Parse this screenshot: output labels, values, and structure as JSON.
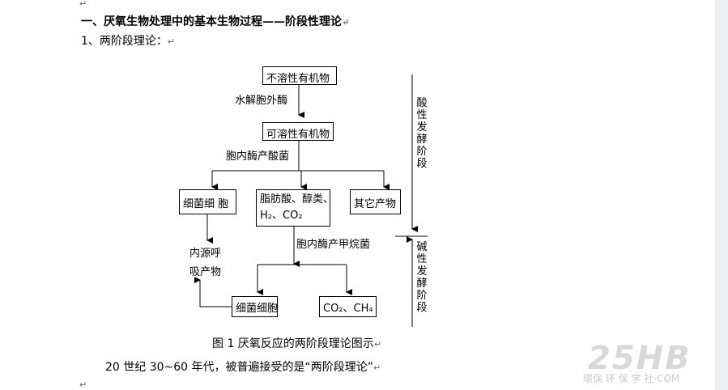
{
  "heading": "一、厌氧生物处理中的基本生物过程——阶段性理论",
  "subheading": "1、两阶段理论：",
  "para_mark": "↵",
  "diagram": {
    "insoluble": "不溶性有机物",
    "hydrolysis_label": "水解胞外酶",
    "soluble": "可溶性有机物",
    "acid_label": "胞内酶产酸菌",
    "cell_box": "细菌细 胞",
    "fatty_line1": "脂肪酸、醇类、",
    "fatty_line2": "H₂、CO₂",
    "other": "其它产物",
    "endo_line1": "内源呼",
    "endo_line2": "吸产物",
    "methane_label": "胞内酶产甲烷菌",
    "cell_box2": "细菌细胞",
    "co2_ch4": "CO₂、CH₄",
    "acid_phase": "酸性发酵阶段",
    "alkaline_phase": "碱性发酵阶段"
  },
  "caption": "图 1 厌氧反应的两阶段理论图示",
  "body": "20 世纪 30~60 年代，被普遍接受的是“两阶段理论”",
  "watermark": {
    "main": "25HB",
    "sub": "環保 环 保 学 社·COM"
  }
}
